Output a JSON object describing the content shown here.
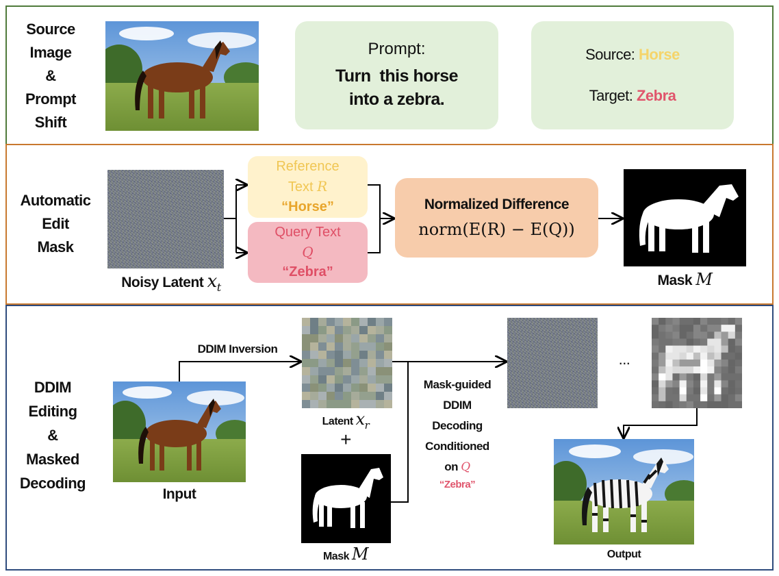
{
  "row1": {
    "label_lines": [
      "Source",
      "Image",
      "&",
      "Prompt",
      "Shift"
    ],
    "prompt_title": "Prompt:",
    "prompt_text_lines": [
      "Turn  this horse",
      "into a zebra."
    ],
    "source_label": "Source:",
    "source_value": "Horse",
    "target_label": "Target:",
    "target_value": "Zebra"
  },
  "row2": {
    "label_lines": [
      "Automatic",
      "Edit",
      "Mask"
    ],
    "noisy_latent_text": "Noisy Latent",
    "noisy_latent_var": "x",
    "noisy_latent_sub": "t",
    "reference_lines": [
      "Reference",
      "Text"
    ],
    "reference_var": "R",
    "reference_word": "“Horse”",
    "query_lines": [
      "Query Text"
    ],
    "query_var": "Q",
    "query_word": "“Zebra”",
    "norm_title": "Normalized Difference",
    "norm_formula": "norm(E(R) − E(Q))",
    "mask_text": "Mask",
    "mask_var": "M"
  },
  "row3": {
    "label_lines": [
      "DDIM",
      "Editing",
      "&",
      "Masked",
      "Decoding"
    ],
    "input_label": "Input",
    "inversion_label": "DDIM Inversion",
    "latent_text": "Latent",
    "latent_var": "x",
    "latent_sub": "r",
    "plus": "+",
    "mask_text": "Mask",
    "mask_var": "M",
    "decoding_lines": [
      "Mask-guided",
      "DDIM",
      "Decoding",
      "Conditioned"
    ],
    "decoding_on": "on",
    "decoding_var": "Q",
    "decoding_word": "“Zebra”",
    "ellipsis": "...",
    "output_label": "Output"
  },
  "colors": {
    "row1_border": "#4f7a3a",
    "row2_border": "#c8782e",
    "row3_border": "#2d4a7c",
    "green_box": "#e2f0da",
    "yellow_box": "#fff2cc",
    "pink_box": "#f4b9c1",
    "orange_box": "#f7ccab",
    "horse_yellow": "#f5d46a",
    "zebra_red": "#e0556c"
  }
}
